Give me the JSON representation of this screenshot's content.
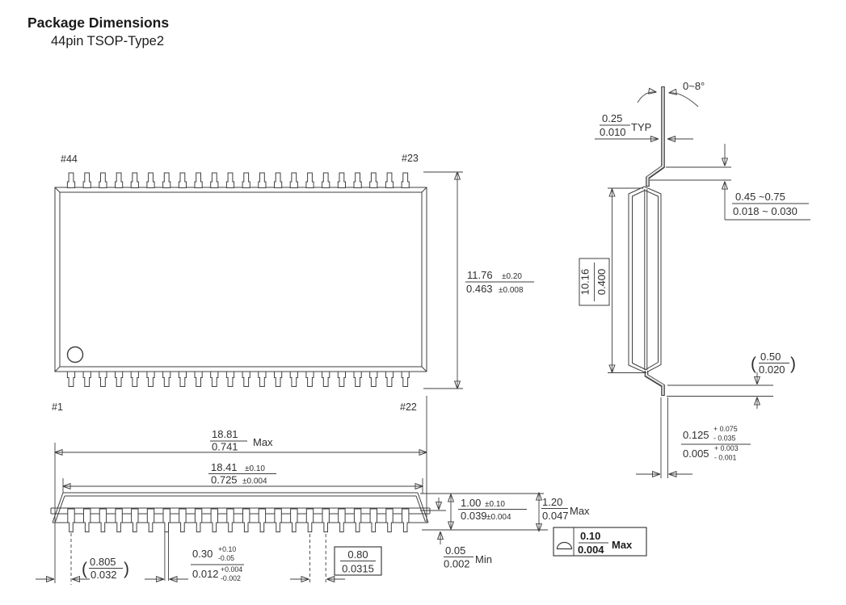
{
  "title": "Package Dimensions",
  "subtitle": "44pin TSOP-Type2",
  "package": {
    "pins_per_side": 22,
    "total_pins": 44
  },
  "pin_labels": {
    "top_left": "#44",
    "top_right": "#23",
    "bottom_left": "#1",
    "bottom_right": "#22"
  },
  "dims": {
    "body_width": {
      "mm": "11.76",
      "mm_tol": "±0.20",
      "inch": "0.463",
      "inch_tol": "±0.008"
    },
    "overall_length": {
      "mm": "18.81",
      "inch": "0.741",
      "note": "Max"
    },
    "body_length": {
      "mm": "18.41",
      "mm_tol": "±0.10",
      "inch": "0.725",
      "inch_tol": "±0.004"
    },
    "end_overhang": {
      "open": "(",
      "mm": "0.805",
      "inch": "0.032",
      "close": ")"
    },
    "lead_width": {
      "mm": "0.30",
      "mm_plus": "+0.10",
      "mm_minus": "-0.05",
      "inch": "0.012",
      "inch_plus": "+0.004",
      "inch_minus": "-0.002"
    },
    "lead_pitch": {
      "mm": "0.80",
      "inch": "0.0315"
    },
    "body_thickness": {
      "mm": "1.00",
      "mm_tol": "±0.10",
      "inch": "0.039",
      "inch_tol": "±0.004"
    },
    "overall_height": {
      "mm": "1.20",
      "inch": "0.047",
      "note": "Max"
    },
    "standoff": {
      "mm": "0.05",
      "inch": "0.002",
      "note": "Min"
    },
    "coplanarity": {
      "mm": "0.10",
      "inch": "0.004",
      "note": "Max"
    },
    "lead_angle": "0~8°",
    "lead_tip_width": {
      "mm": "0.25",
      "inch": "0.010",
      "note": "TYP"
    },
    "foot_length": {
      "mm": "0.45 ~0.75",
      "inch": "0.018 ~ 0.030"
    },
    "body_width_side": {
      "mm": "10.16",
      "inch": "0.400"
    },
    "foot_height": {
      "open": "(",
      "mm": "0.50",
      "inch": "0.020",
      "close": ")"
    },
    "lead_thickness": {
      "mm": "0.125",
      "mm_plus": "+ 0.075",
      "mm_minus": "- 0.035",
      "inch": "0.005",
      "inch_plus": "+ 0.003",
      "inch_minus": "- 0.001"
    }
  }
}
